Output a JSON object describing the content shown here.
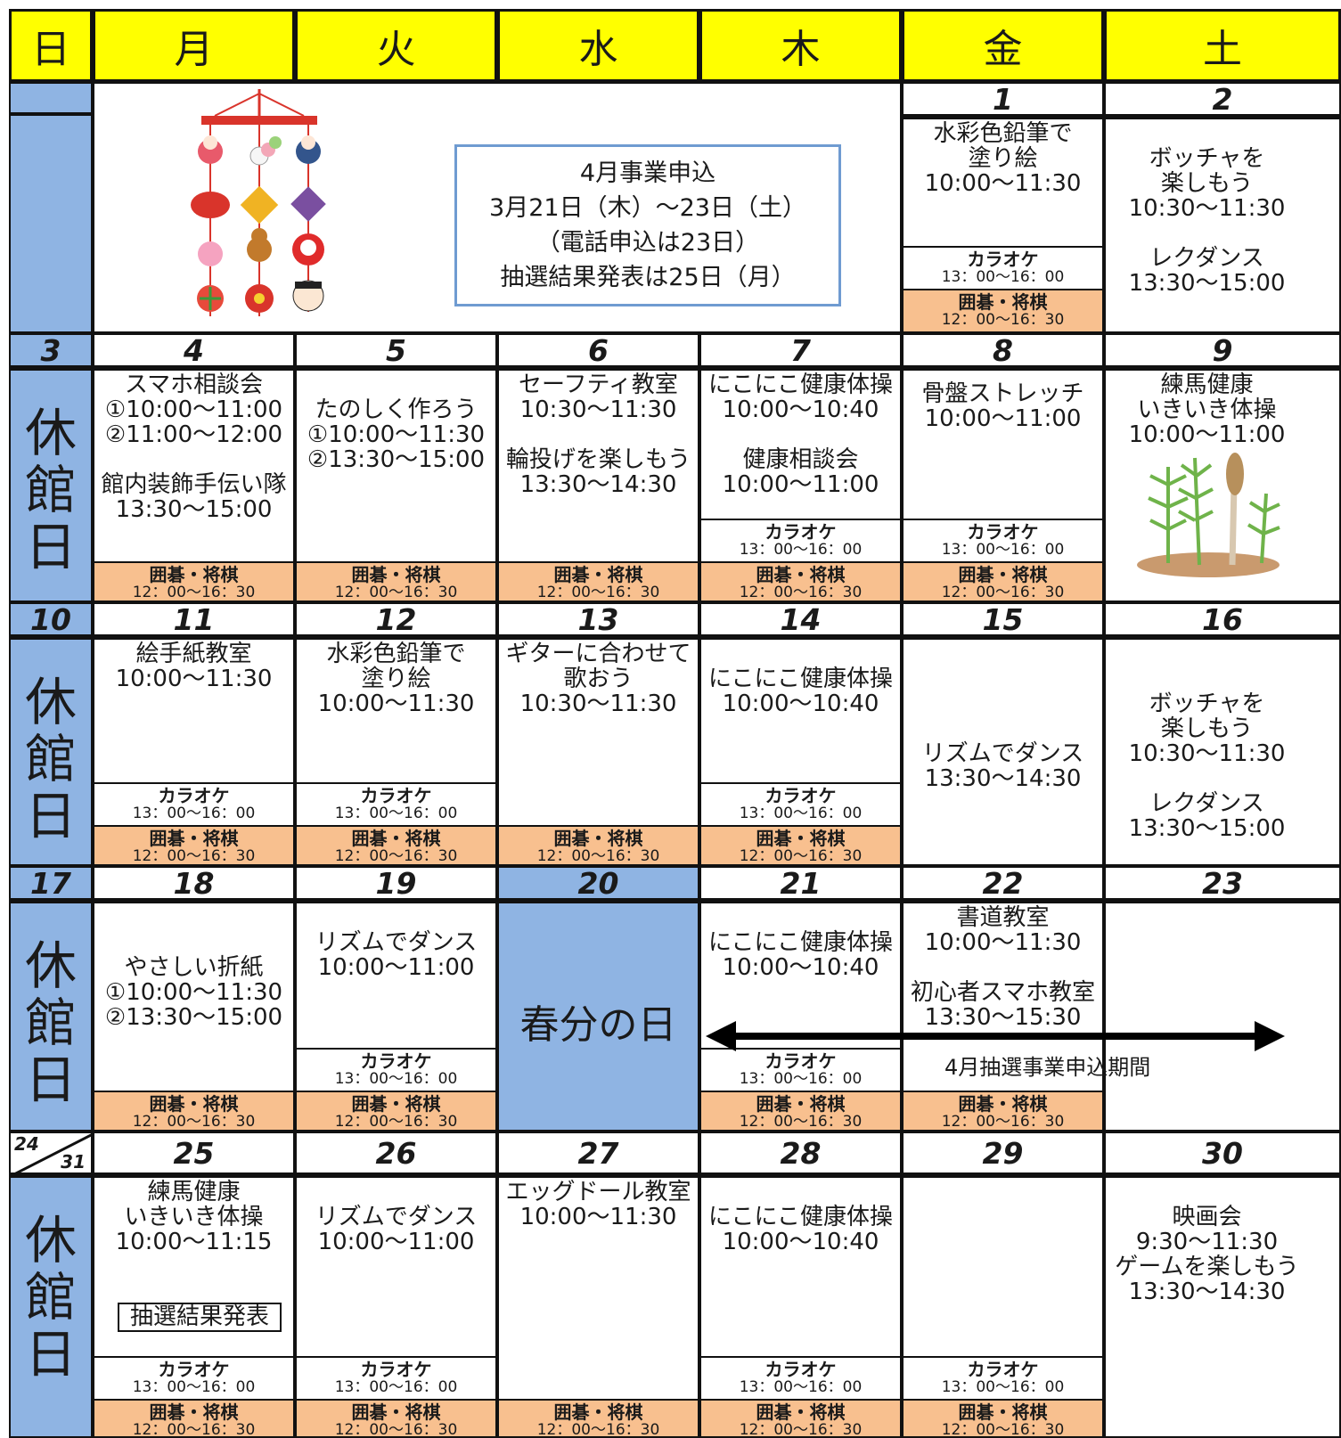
{
  "headers": [
    "日",
    "月",
    "火",
    "水",
    "木",
    "金",
    "土"
  ],
  "row0": {
    "fri_num": "1",
    "sat_num": "2",
    "fri_act": "水彩色鉛筆で\n塗り絵\n10:00〜11:30",
    "sat_act": "ボッチャを\n楽しもう\n10:30〜11:30\n\nレクダンス\n13:30〜15:00"
  },
  "notice": {
    "line1": "4月事業申込",
    "line2": "3月21日（木）〜23日（土）",
    "line3": "（電話申込は23日）",
    "line4": "抽選結果発表は25日（月）"
  },
  "closed": [
    "休",
    "館",
    "日"
  ],
  "karaoke": {
    "label": "カラオケ",
    "time": "13：00〜16：00"
  },
  "go": {
    "label": "囲碁・将棋",
    "time": "12：00〜16：30"
  },
  "week1": {
    "nums": [
      "3",
      "4",
      "5",
      "6",
      "7",
      "8",
      "9"
    ],
    "acts": [
      "",
      "スマホ相談会\n①10:00〜11:00\n②11:00〜12:00\n\n館内装飾手伝い隊\n13:30〜15:00",
      "\nたのしく作ろう\n①10:00〜11:30\n②13:30〜15:00",
      "セーフティ教室\n10:30〜11:30\n\n輪投げを楽しもう\n13:30〜14:30",
      "にこにこ健康体操\n10:00〜10:40\n\n健康相談会\n10:00〜11:00",
      "骨盤ストレッチ\n10:00〜11:00",
      "練馬健康\nいきいき体操\n10:00〜11:00"
    ]
  },
  "week2": {
    "nums": [
      "10",
      "11",
      "12",
      "13",
      "14",
      "15",
      "16"
    ],
    "acts": [
      "",
      "絵手紙教室\n10:00〜11:30",
      "水彩色鉛筆で\n塗り絵\n10:00〜11:30",
      "ギターに合わせて\n歌おう\n10:30〜11:30",
      "\nにこにこ健康体操\n10:00〜10:40",
      "\n\n\n\nリズムでダンス\n13:30〜14:30",
      "\n\nボッチャを\n楽しもう\n10:30〜11:30\n\nレクダンス\n13:30〜15:00"
    ]
  },
  "week3": {
    "nums": [
      "17",
      "18",
      "19",
      "20",
      "21",
      "22",
      "23"
    ],
    "acts": [
      "",
      "\n\nやさしい折紙\n①10:00〜11:30\n②13:30〜15:00",
      "\nリズムでダンス\n10:00〜11:00",
      "",
      "\nにこにこ健康体操\n10:00〜10:40",
      "書道教室\n10:00〜11:30\n\n初心者スマホ教室\n13:30〜15:30",
      ""
    ],
    "holiday": "春分の日",
    "range": "4月抽選事業申込期間"
  },
  "week4": {
    "nums_top": "24",
    "nums_bot": "31",
    "nums": [
      "25",
      "26",
      "27",
      "28",
      "29",
      "30"
    ],
    "acts": [
      "練馬健康\nいきいき体操\n10:00〜11:15",
      "\nリズムでダンス\n10:00〜11:00",
      "エッグドール教室\n10:00〜11:30",
      "\nにこにこ健康体操\n10:00〜10:40",
      "",
      "\n映画会\n9:30〜11:30\nゲームを楽しもう\n13:30〜14:30"
    ],
    "lottery": "抽選結果発表"
  }
}
